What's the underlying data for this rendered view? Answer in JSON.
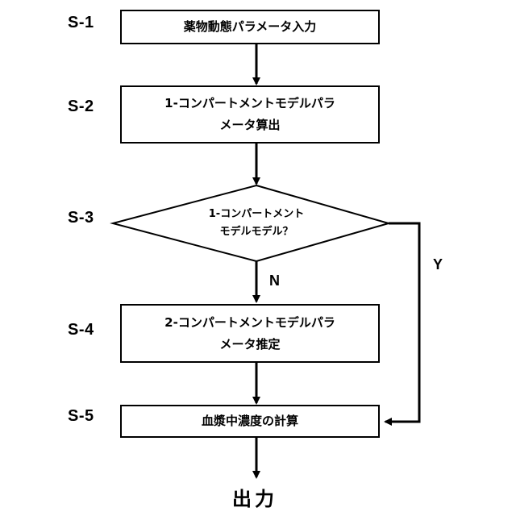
{
  "steps": [
    {
      "id": "S-1",
      "text": "薬物動態パラメータ入力"
    },
    {
      "id": "S-2",
      "text_line1": "1-コンパートメントモデルパラ",
      "text_line2": "メータ算出"
    },
    {
      "id": "S-3",
      "text_line1": "1-コンパートメント",
      "text_line2": "モデルモデル？"
    },
    {
      "id": "S-4",
      "text_line1": "2-コンパートメントモデルパラ",
      "text_line2": "メータ推定"
    },
    {
      "id": "S-5",
      "text": "血漿中濃度の計算"
    }
  ],
  "branches": {
    "no": "N",
    "yes": "Y"
  },
  "output": "出力"
}
